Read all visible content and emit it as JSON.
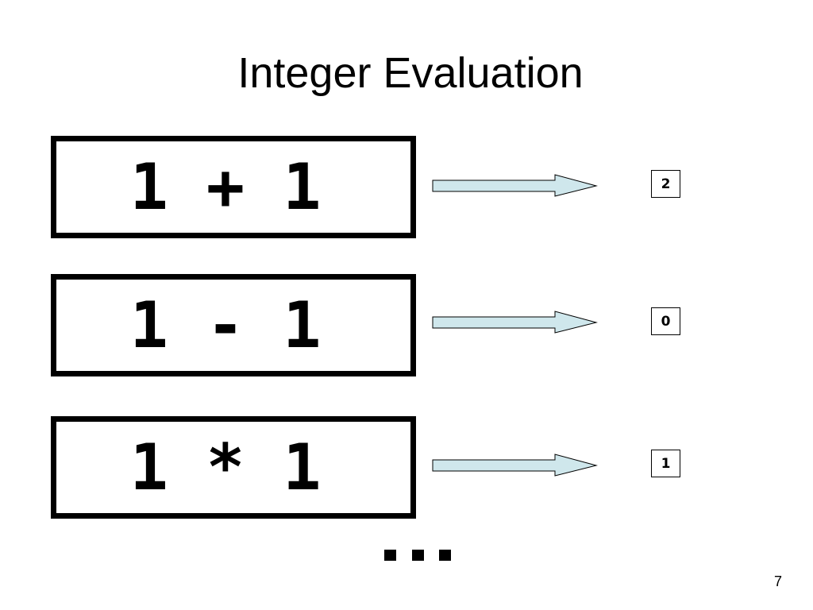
{
  "slide": {
    "title": "Integer Evaluation",
    "page_number": "7"
  },
  "rows": [
    {
      "expression": "1 + 1",
      "result": "2"
    },
    {
      "expression": "1 - 1",
      "result": "0"
    },
    {
      "expression": "1 * 1",
      "result": "1"
    }
  ],
  "colors": {
    "arrow_fill": "#cfe7ec",
    "arrow_stroke": "#000000",
    "box_border": "#000000",
    "text": "#000000"
  },
  "icons": {
    "arrow": "right-arrow-icon",
    "ellipsis": "ellipsis-icon"
  }
}
